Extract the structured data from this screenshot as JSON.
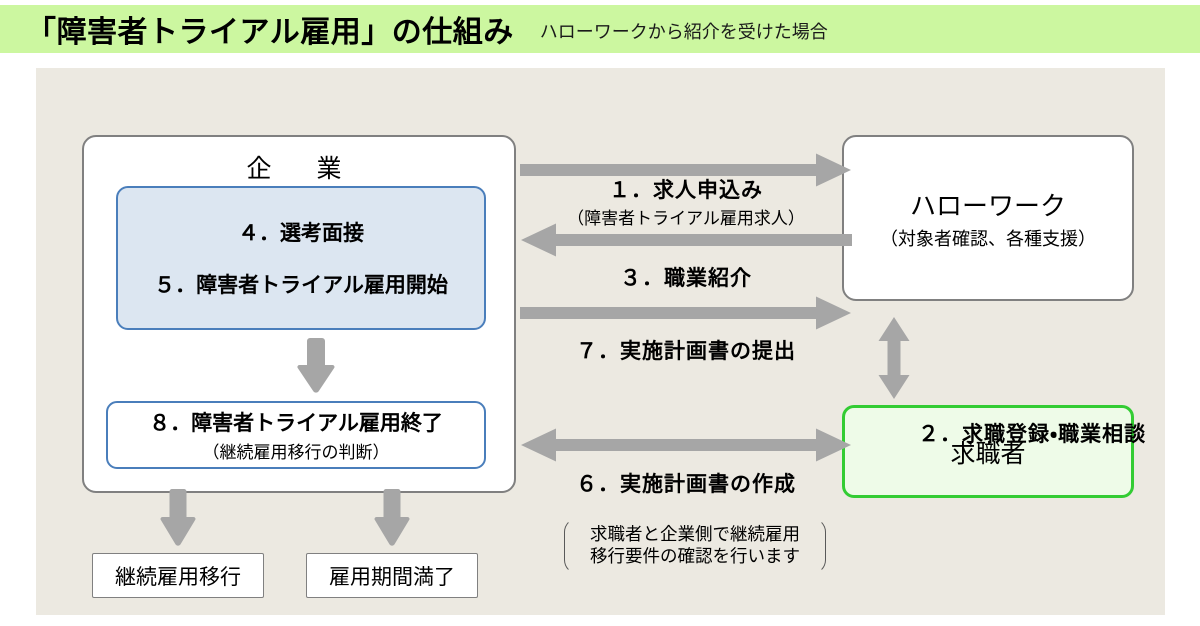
{
  "header": {
    "title": "「障害者トライアル雇用」の仕組み",
    "subtitle": "ハローワークから紹介を受けた場合",
    "background_color": "#ccf7a0"
  },
  "canvas": {
    "background_color": "#ece9e1"
  },
  "company": {
    "title": "企　業",
    "steps_box": {
      "border_color": "#4a7ebb",
      "fill_color": "#dce6f1",
      "lines": [
        "４．選考面接",
        "５．障害者トライアル雇用開始"
      ]
    },
    "step8": {
      "title": "８．障害者トライアル雇用終了",
      "subtitle": "（継続雇用移行の判断）",
      "border_color": "#4a7ebb"
    },
    "outcomes": [
      {
        "label": "継続雇用移行"
      },
      {
        "label": "雇用期間満了"
      }
    ]
  },
  "hellowork": {
    "title": "ハローワーク",
    "subtitle": "（対象者確認、各種支援）"
  },
  "jobseeker": {
    "title": "求職者",
    "border_color": "#33cc33",
    "fill_color": "#eefbe8"
  },
  "arrows": {
    "color": "#a6a6a6",
    "step1": {
      "label": "１．求人申込み",
      "sublabel": "（障害者トライアル雇用求人）",
      "direction": "right"
    },
    "step3": {
      "label": "３．職業紹介",
      "direction": "left"
    },
    "step7": {
      "label": "７．実施計画書の提出",
      "direction": "right"
    },
    "step6": {
      "label": "６．実施計画書の作成",
      "direction": "both-horizontal"
    },
    "step2": {
      "label": "２．求職登録・職業相談",
      "direction": "both-vertical"
    },
    "company_internal_down": {
      "direction": "down"
    },
    "outcome_down_left": {
      "direction": "down"
    },
    "outcome_down_right": {
      "direction": "down"
    }
  },
  "note": {
    "line1": "求職者と企業側で継続雇用",
    "line2": "移行要件の確認を行います"
  }
}
